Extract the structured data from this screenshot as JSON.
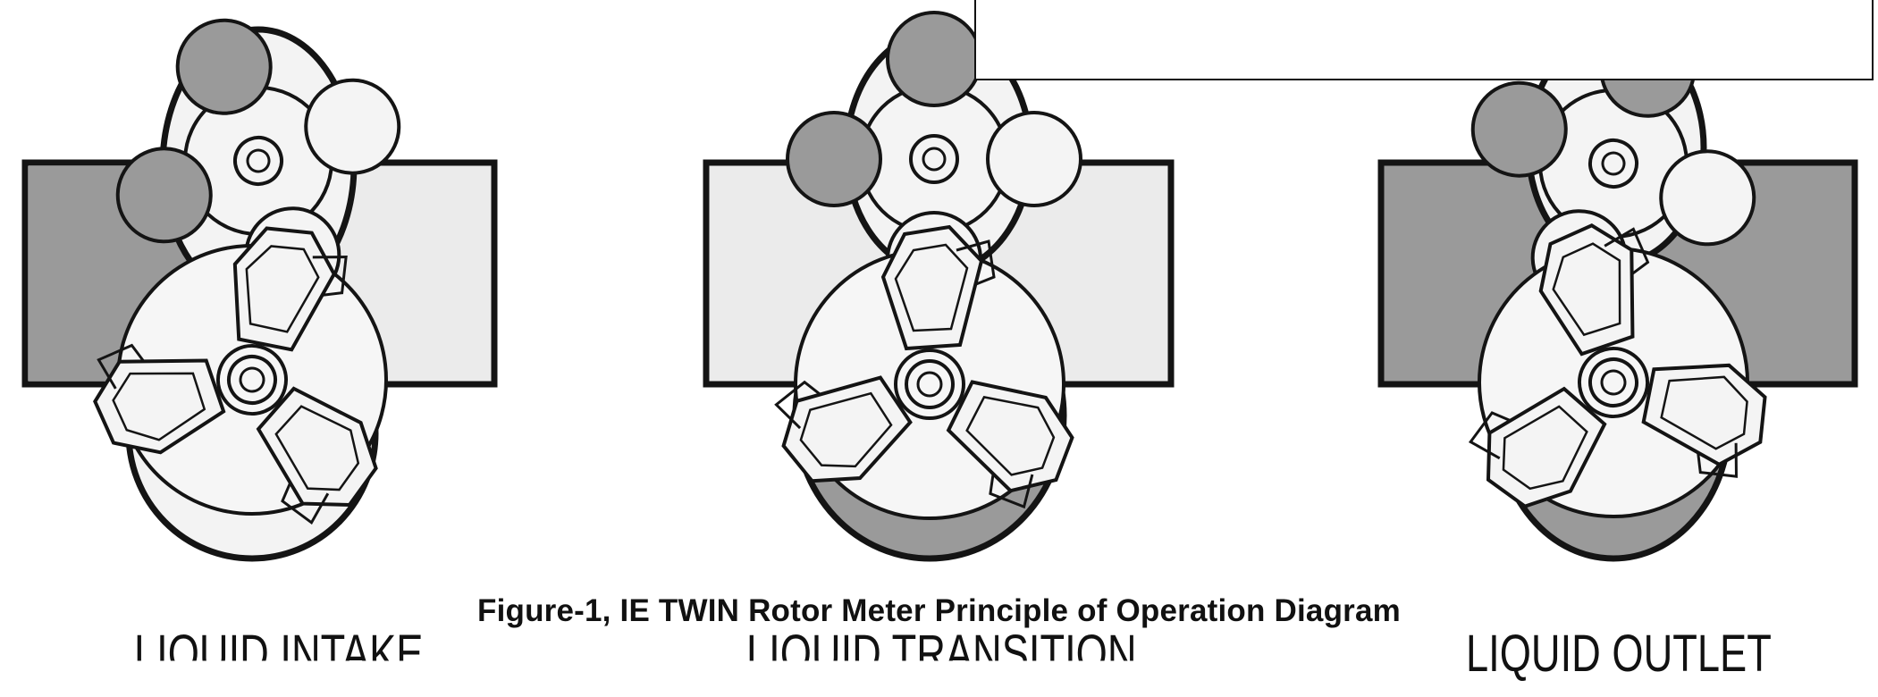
{
  "figure": {
    "caption": "Figure-1,  IE TWIN Rotor Meter Principle of Operation Diagram"
  },
  "panels": [
    {
      "label": "LIQUID INTAKE"
    },
    {
      "label": "LIQUID TRANSITION"
    },
    {
      "label": "LIQUID OUTLET"
    }
  ],
  "colors": {
    "fluid": "#9a9a9a",
    "pipe_light": "#ebebeb",
    "housing": "#f3f3f3",
    "outline": "#141414"
  }
}
